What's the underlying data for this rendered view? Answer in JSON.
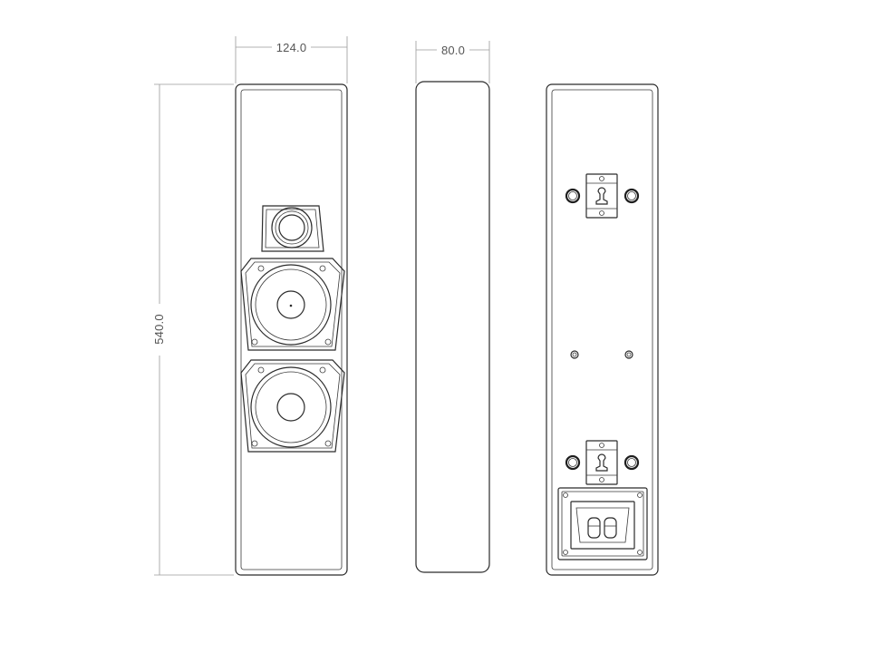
{
  "dimensions": {
    "front_width": "124.0",
    "side_depth": "80.0",
    "height": "540.0"
  },
  "views": [
    {
      "name": "front-view",
      "components": [
        "tweeter",
        "woofer-upper",
        "woofer-lower"
      ]
    },
    {
      "name": "side-view",
      "components": []
    },
    {
      "name": "back-view",
      "components": [
        "keyhole-bracket-top",
        "keyhole-bracket-bottom",
        "terminal-plate"
      ]
    }
  ],
  "colors": {
    "line": "#2b2b2b",
    "dimension": "#9a9a9a",
    "background": "#ffffff"
  }
}
